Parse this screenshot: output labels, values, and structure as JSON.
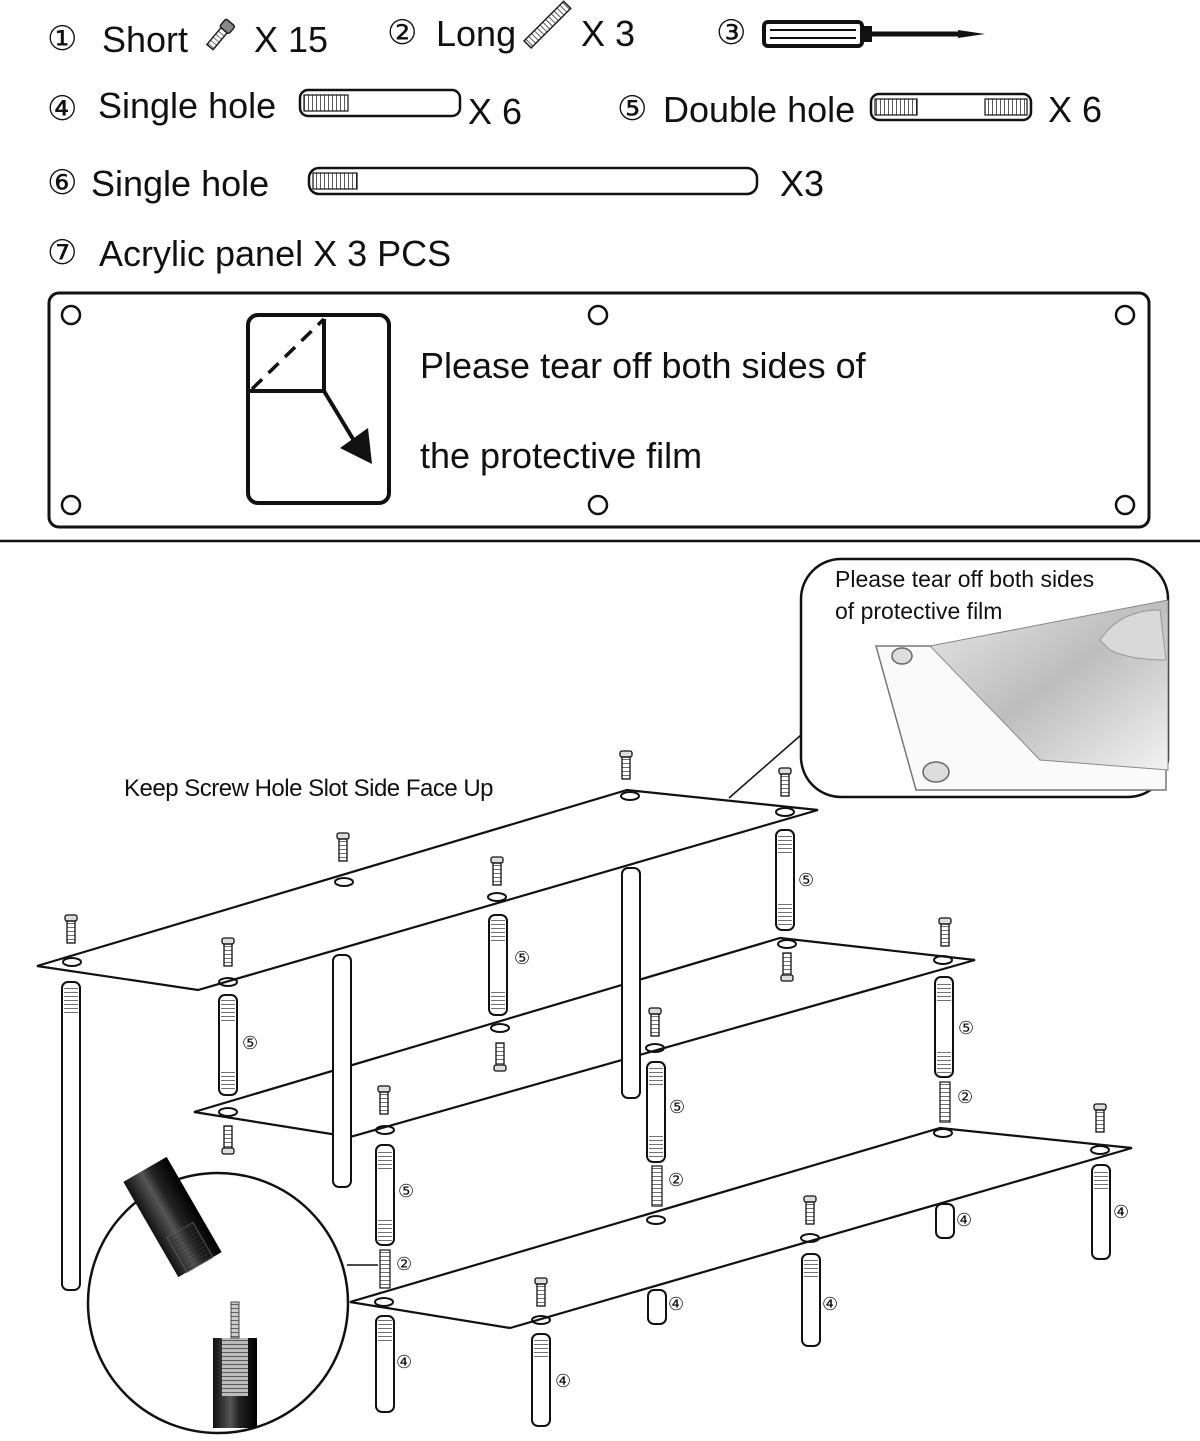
{
  "parts": {
    "p1": {
      "num": "①",
      "name": "Short",
      "qty": "X 15"
    },
    "p2": {
      "num": "②",
      "name": "Long",
      "qty": "X  3"
    },
    "p3": {
      "num": "③"
    },
    "p4": {
      "num": "④",
      "name": "Single hole",
      "qty": "X 6"
    },
    "p5": {
      "num": "⑤",
      "name": "Double hole",
      "qty": "X 6"
    },
    "p6": {
      "num": "⑥",
      "name": "Single hole",
      "qty": "X3"
    },
    "p7": {
      "num": "⑦",
      "name": "Acrylic panel X 3 PCS"
    }
  },
  "panel": {
    "line1": "Please tear off both sides of",
    "line2": "the protective film"
  },
  "inset": {
    "line1": "Please tear off both sides",
    "line2": "of protective film"
  },
  "keep_note": "Keep Screw Hole Slot Side Face Up",
  "callouts": {
    "five": "⑤",
    "two": "②",
    "four": "④"
  }
}
